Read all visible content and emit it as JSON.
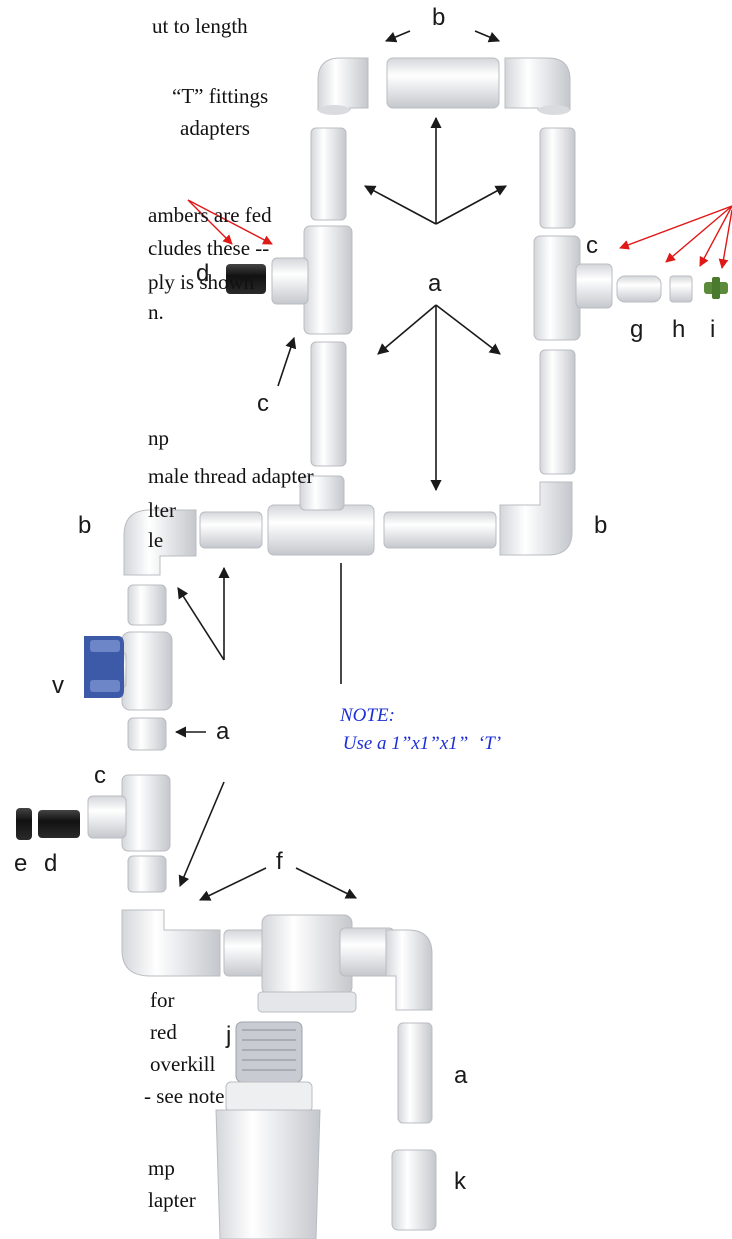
{
  "colors": {
    "pipe": "#e9eaec",
    "pipe_shade": "#c9cbcf",
    "arrow": "#1a1a1a",
    "red_arrow": "#e01818",
    "note": "#1d2fd6",
    "valve_handle": "#3c5aa8",
    "black_fitting": "#1c1c1c"
  },
  "left_text": [
    "ut to length",
    "“T” fittings",
    "adapters",
    "ambers are fed",
    "cludes these --",
    "ply is shown",
    "n.",
    "np",
    "male thread adapter",
    "lter",
    "le",
    "for",
    "red",
    "overkill",
    "- see note",
    "mp",
    "lapter"
  ],
  "part_labels": {
    "b_top": "b",
    "b_left": "b",
    "b_right": "b",
    "c_right": "c",
    "c_left": "c",
    "c_lower": "c",
    "d_upper": "d",
    "d_lower": "d",
    "e": "e",
    "a_center": "a",
    "a_mid": "a",
    "a_lower": "a",
    "g": "g",
    "h": "h",
    "i": "i",
    "v": "v",
    "f": "f",
    "j": "j",
    "k": "k"
  },
  "note": {
    "line1": "NOTE:",
    "line2": " Use a 1”x1”x1”  ‘T’"
  }
}
